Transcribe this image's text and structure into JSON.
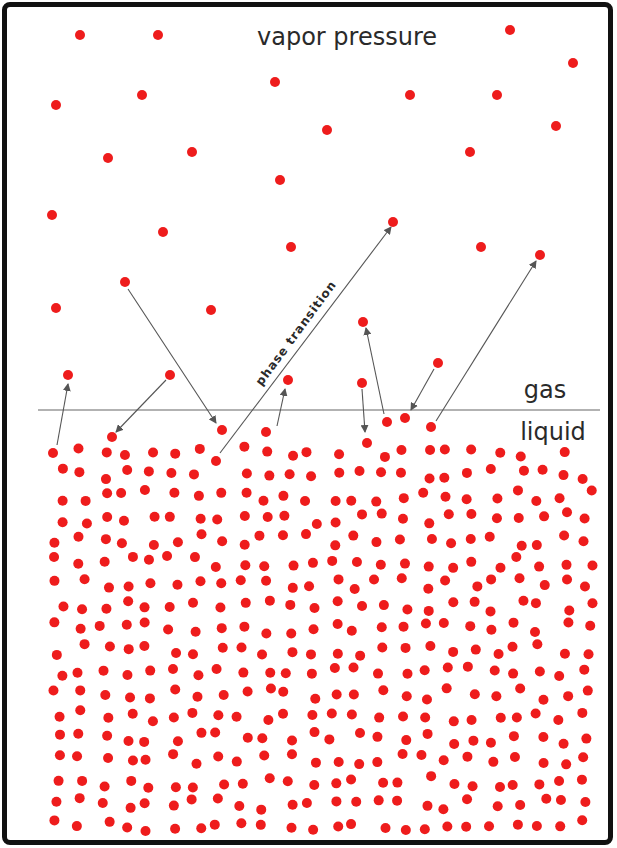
{
  "diagram": {
    "labels": [
      "vapor pressure",
      "gas",
      "liquid",
      "phase transition"
    ]
  }
}
